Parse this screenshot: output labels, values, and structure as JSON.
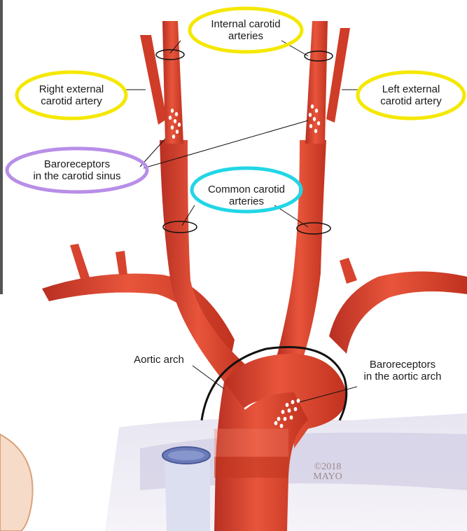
{
  "labels": {
    "internal_carotid": [
      "Internal carotid",
      "arteries"
    ],
    "right_external": [
      "Right external",
      "carotid artery"
    ],
    "left_external": [
      "Left external",
      "carotid artery"
    ],
    "baro_carotid": [
      "Baroreceptors",
      "in the carotid sinus"
    ],
    "common_carotid": [
      "Common carotid",
      "arteries"
    ],
    "aortic_arch": "Aortic arch",
    "baro_aortic": [
      "Baroreceptors",
      "in the aortic arch"
    ]
  },
  "watermark": [
    "©2018",
    "MAYO"
  ],
  "colors": {
    "artery": "#e2452f",
    "artery_dark": "#b82f22",
    "highlight_yellow": "#f5e800",
    "highlight_purple": "#b88ee8",
    "highlight_cyan": "#22d6e6",
    "heart_tissue": "#d9d5ea"
  }
}
